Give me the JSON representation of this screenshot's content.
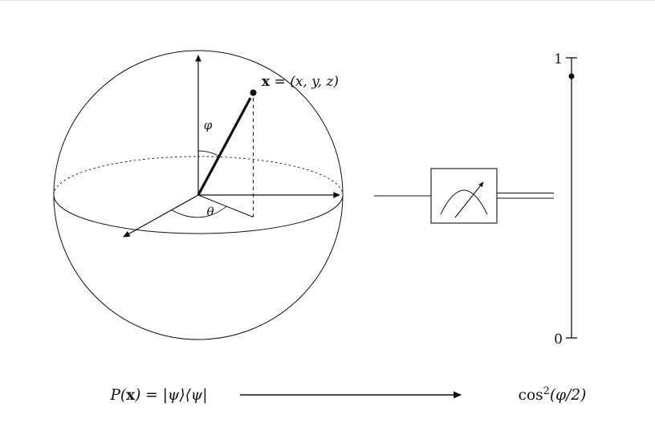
{
  "bloch": {
    "point_label_bold": "x",
    "point_label_rest": " = (x, y, z)",
    "phi": "φ",
    "theta": "θ"
  },
  "scale": {
    "top": "1",
    "bottom": "0",
    "dot_value": 0.94
  },
  "caption": {
    "state_prefix": "P(",
    "state_bold_x": "x",
    "state_suffix": ") = |ψ⟩⟨ψ|",
    "result_fn": "cos",
    "result_sup": "2",
    "result_tail": "(φ/2)"
  }
}
